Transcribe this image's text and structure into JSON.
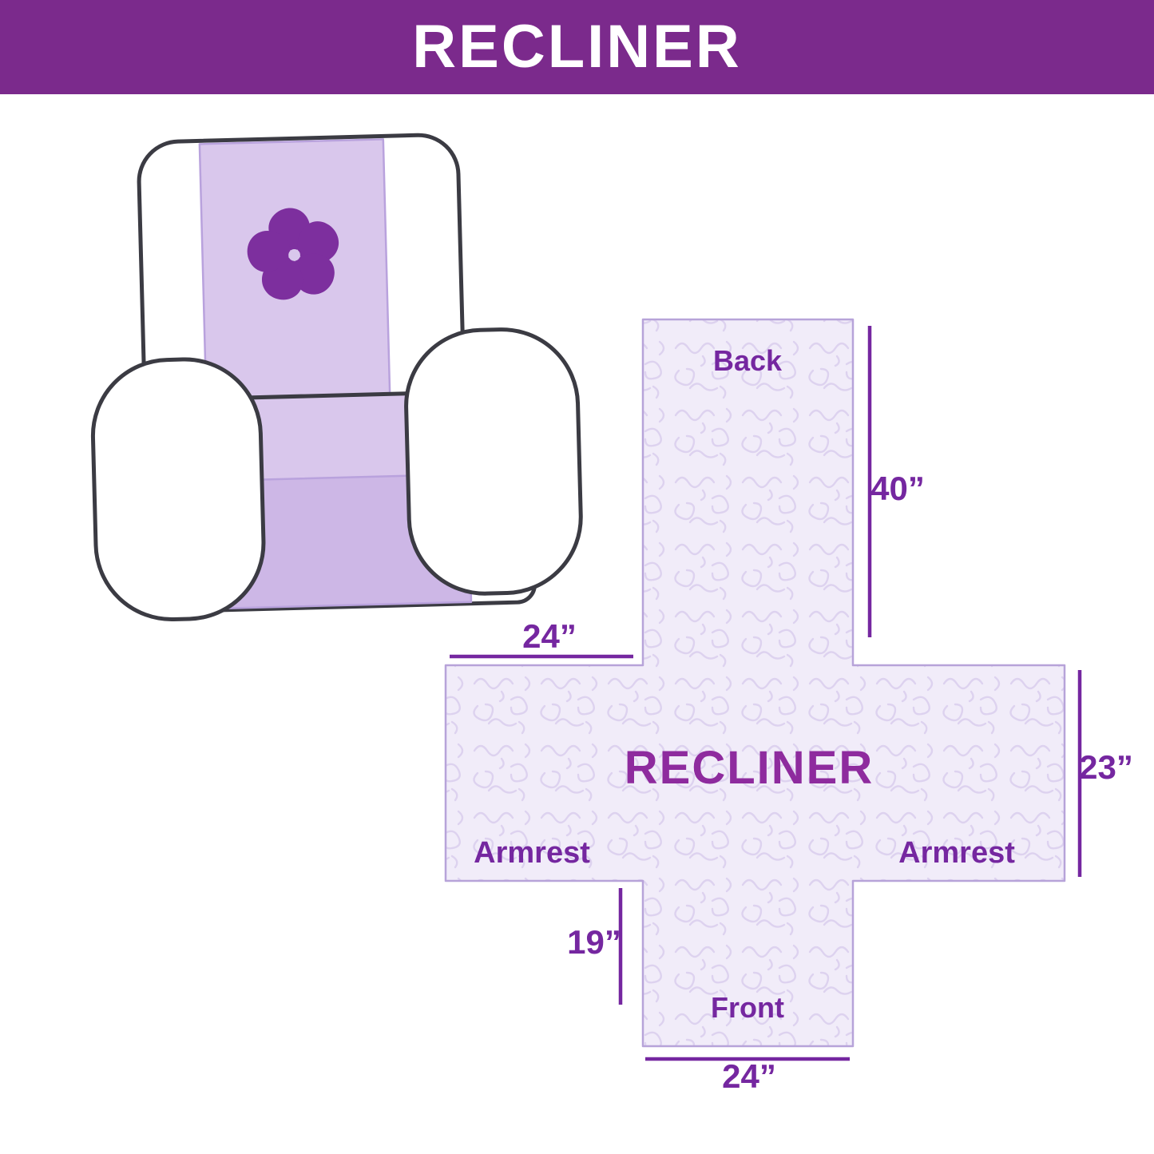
{
  "header": {
    "title": "RECLINER",
    "background_color": "#7b2a8c",
    "text_color": "#ffffff"
  },
  "illustration": {
    "subject": "recliner armchair with quilted slip cover",
    "logo_icon": "pinwheel-icon",
    "cover_color": "#d9c7ec",
    "cover_skirt_color": "#cdb7e6",
    "logo_color": "#7d2f9e",
    "outline_color": "#3b3b43"
  },
  "diagram": {
    "center_label": "RECLINER",
    "sections": {
      "back": "Back",
      "front": "Front",
      "armrest_left": "Armrest",
      "armrest_right": "Armrest"
    },
    "dimensions": {
      "back_length": "40”",
      "armrest_left_width": "24”",
      "armrest_depth": "23”",
      "front_length": "19”",
      "front_width": "24”"
    },
    "colors": {
      "fill": "#f1ecf9",
      "pattern": "#ddd2ef",
      "outline": "#b7a3d9",
      "accent": "#7527a0"
    }
  }
}
